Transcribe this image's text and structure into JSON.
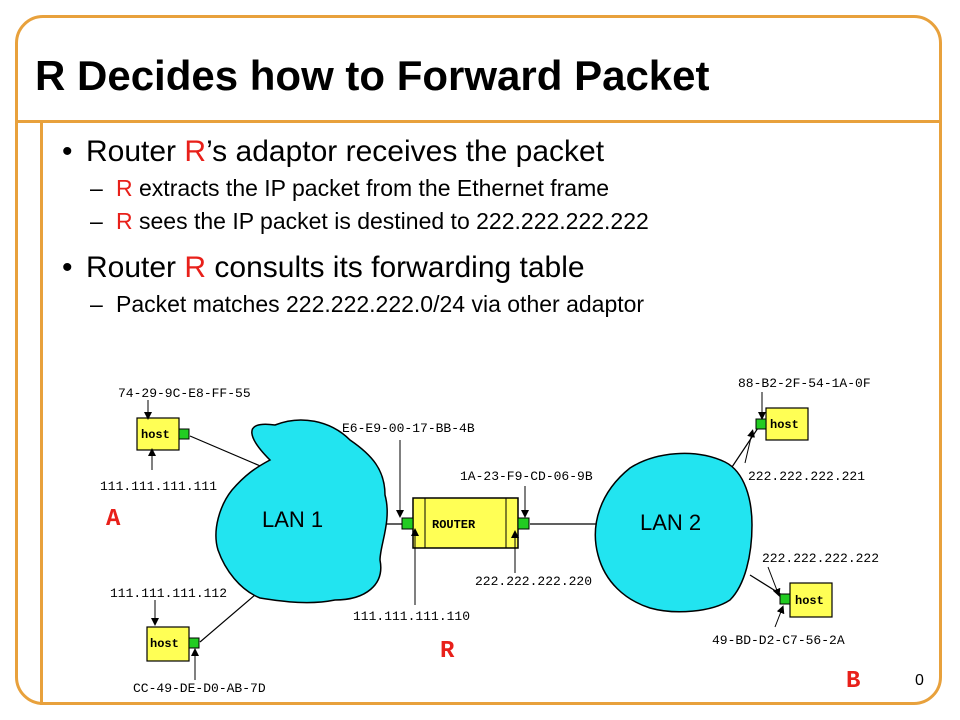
{
  "slide": {
    "title": "R Decides how to Forward Packet",
    "page_number": "0"
  },
  "bullets": {
    "b1": {
      "lead": "Router ",
      "red": "R",
      "rest": "’s adaptor receives the packet"
    },
    "b1_1": {
      "red": "R",
      "rest": " extracts the IP packet from the Ethernet frame"
    },
    "b1_2": {
      "red": "R",
      "rest": " sees the IP packet is destined to 222.222.222.222"
    },
    "b2": {
      "lead": "Router ",
      "red": "R",
      "rest": " consults its forwarding table"
    },
    "b2_1": {
      "text": "Packet matches 222.222.222.0/24 via other adaptor"
    }
  },
  "diagram": {
    "lan1": "LAN 1",
    "lan2": "LAN 2",
    "router": "ROUTER",
    "host_label": "host",
    "macs": {
      "host_a": "74-29-9C-E8-FF-55",
      "host_c": "CC-49-DE-D0-AB-7D",
      "router_left": "E6-E9-00-17-BB-4B",
      "router_right": "1A-23-F9-CD-06-9B",
      "host_top_right": "88-B2-2F-54-1A-0F",
      "host_b": "49-BD-D2-C7-56-2A"
    },
    "ips": {
      "host_a": "111.111.111.111",
      "host_c": "111.111.111.112",
      "router_left": "111.111.111.110",
      "router_right": "222.222.222.220",
      "host_top_right": "222.222.222.221",
      "host_b": "222.222.222.222"
    },
    "letters": {
      "a": "A",
      "r": "R",
      "b": "B"
    },
    "colors": {
      "lan": "#22e4f0",
      "host": "#ffff55",
      "adaptor": "#22cc22",
      "accent": "#e8a13c",
      "red": "#e8201a"
    }
  }
}
